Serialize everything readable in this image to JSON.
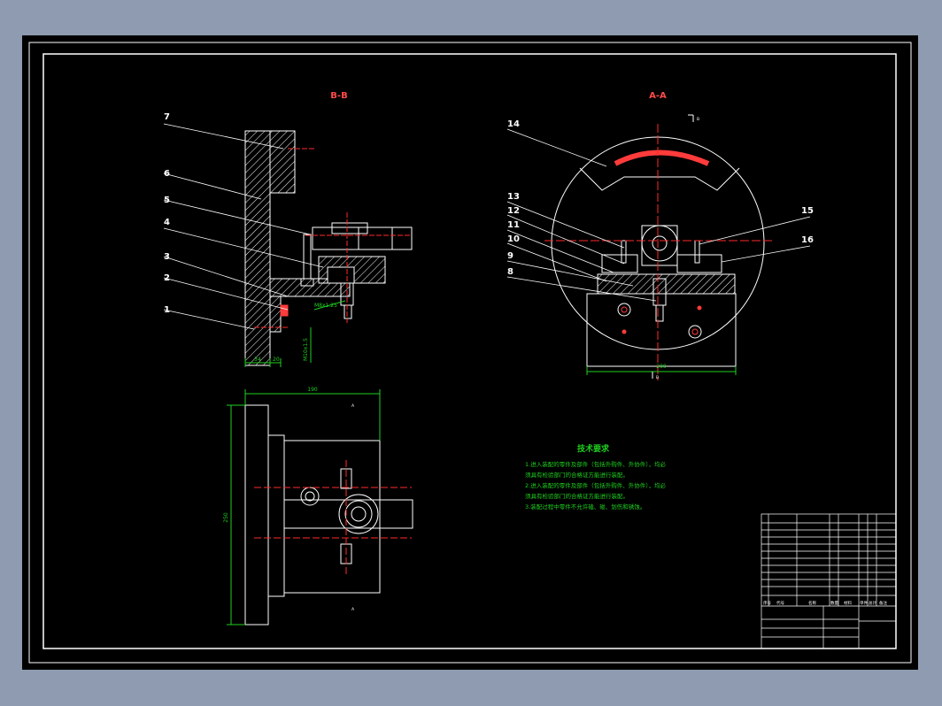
{
  "views": {
    "bb_title": "B-B",
    "aa_title": "A-A",
    "b_marker": "B",
    "a_marker": "A"
  },
  "balloons_bb": [
    "7",
    "6",
    "5",
    "4",
    "3",
    "2",
    "1"
  ],
  "balloons_aa_left": [
    "14",
    "13",
    "12",
    "11",
    "10",
    "9",
    "8"
  ],
  "balloons_aa_right": [
    "15",
    "16"
  ],
  "dimensions": {
    "bb_w1": "34",
    "bb_w2": "20",
    "bb_v1": "M8x1.25",
    "bb_v2": "M10x1.5",
    "aa_width": "200",
    "top_width": "190",
    "top_height": "250"
  },
  "tech_notes": {
    "title": "技术要求",
    "lines": [
      "1.进入装配的零件及部件（包括外购件、外协件），均必",
      "须具有检验部门的合格证方能进行装配。",
      "2.进入装配的零件及部件（包括外购件、外协件），均必",
      "须具有检验部门的合格证方能进行装配。",
      "3.装配过程中零件不允许磕、碰、划伤和锈蚀。"
    ]
  },
  "title_block": {
    "header": [
      "序号",
      "代号",
      "名称",
      "数量",
      "材料",
      "单件",
      "总计",
      "备注"
    ]
  },
  "colors": {
    "background": "#8e9bb0",
    "sheet": "#000000",
    "line": "#ffffff",
    "hatch": "#ffffff",
    "centerline": "#ff2a2a",
    "dimension": "#1fd11f",
    "accent": "#ff3b3b"
  }
}
